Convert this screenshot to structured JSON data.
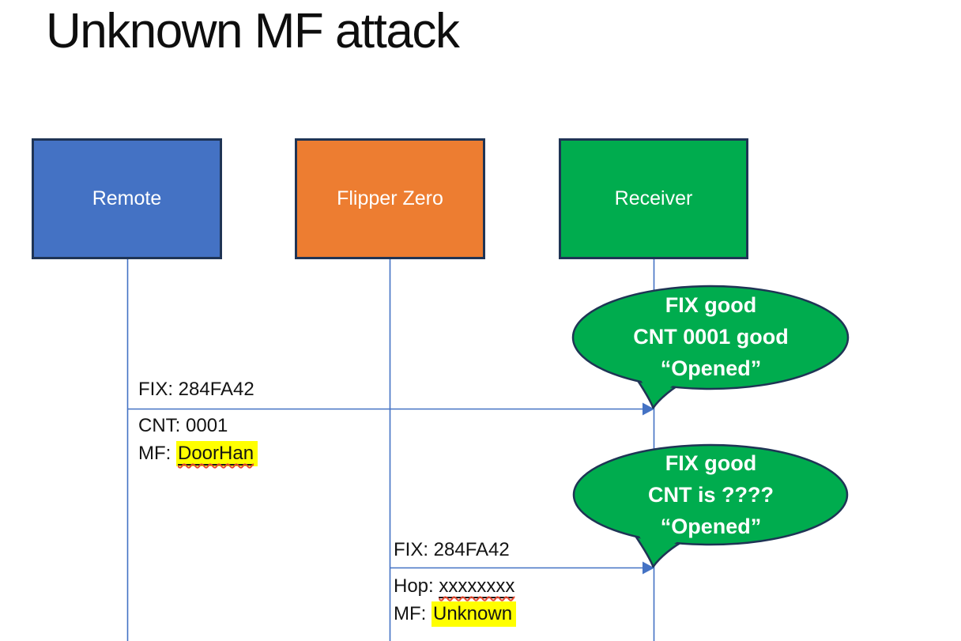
{
  "slide": {
    "title": "Unknown MF attack"
  },
  "actors": [
    {
      "label": "Remote",
      "color": "#4472C4"
    },
    {
      "label": "Flipper Zero",
      "color": "#ED7D31"
    },
    {
      "label": "Receiver",
      "color": "#00AC4E"
    }
  ],
  "message1": {
    "from_actor": "Remote",
    "to_actor": "Receiver",
    "fix": "FIX: 284FA42",
    "cnt": "CNT: 0001",
    "mf_label": "MF: ",
    "mf_value": "DoorHan"
  },
  "message2": {
    "from_actor": "Flipper Zero",
    "to_actor": "Receiver",
    "fix": "FIX: 284FA42",
    "hop_label": "Hop: ",
    "hop_value": "xxxxxxxx",
    "mf_label": "MF: ",
    "mf_value": "Unknown"
  },
  "bubble1": {
    "lines": [
      "FIX good",
      "CNT 0001 good",
      "“Opened”"
    ]
  },
  "bubble2": {
    "lines": [
      "FIX good",
      "CNT is ????",
      "“Opened”"
    ]
  },
  "colors": {
    "remote_blue": "#4472C4",
    "flipper_orange": "#ED7D31",
    "receiver_green": "#00AC4E",
    "outline_navy": "#1F3455",
    "connector_blue": "#4472C4",
    "highlight_yellow": "#FFFF00",
    "spellcheck_red": "#E8492F"
  }
}
